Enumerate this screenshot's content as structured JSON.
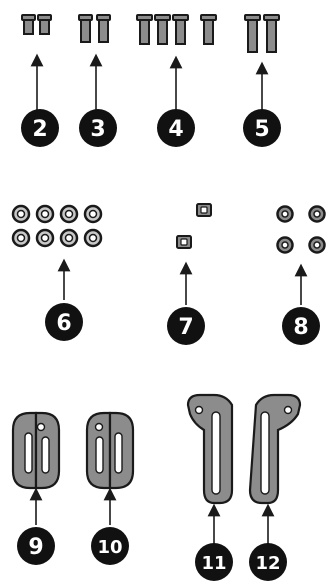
{
  "parts": [
    {
      "id": "part-2",
      "number": "2"
    },
    {
      "id": "part-3",
      "number": "3"
    },
    {
      "id": "part-4",
      "number": "4"
    },
    {
      "id": "part-5",
      "number": "5"
    },
    {
      "id": "part-6",
      "number": "6"
    },
    {
      "id": "part-7",
      "number": "7"
    },
    {
      "id": "part-8",
      "number": "8"
    },
    {
      "id": "part-9",
      "number": "9"
    },
    {
      "id": "part-10",
      "number": "10"
    },
    {
      "id": "part-11",
      "number": "11"
    },
    {
      "id": "part-12",
      "number": "12"
    }
  ],
  "colors": {
    "ink": "#1a1a1a",
    "metal": "#8c8c8c",
    "metal_light": "#c8c8c8",
    "badge": "#111111",
    "badge_text": "#ffffff"
  }
}
